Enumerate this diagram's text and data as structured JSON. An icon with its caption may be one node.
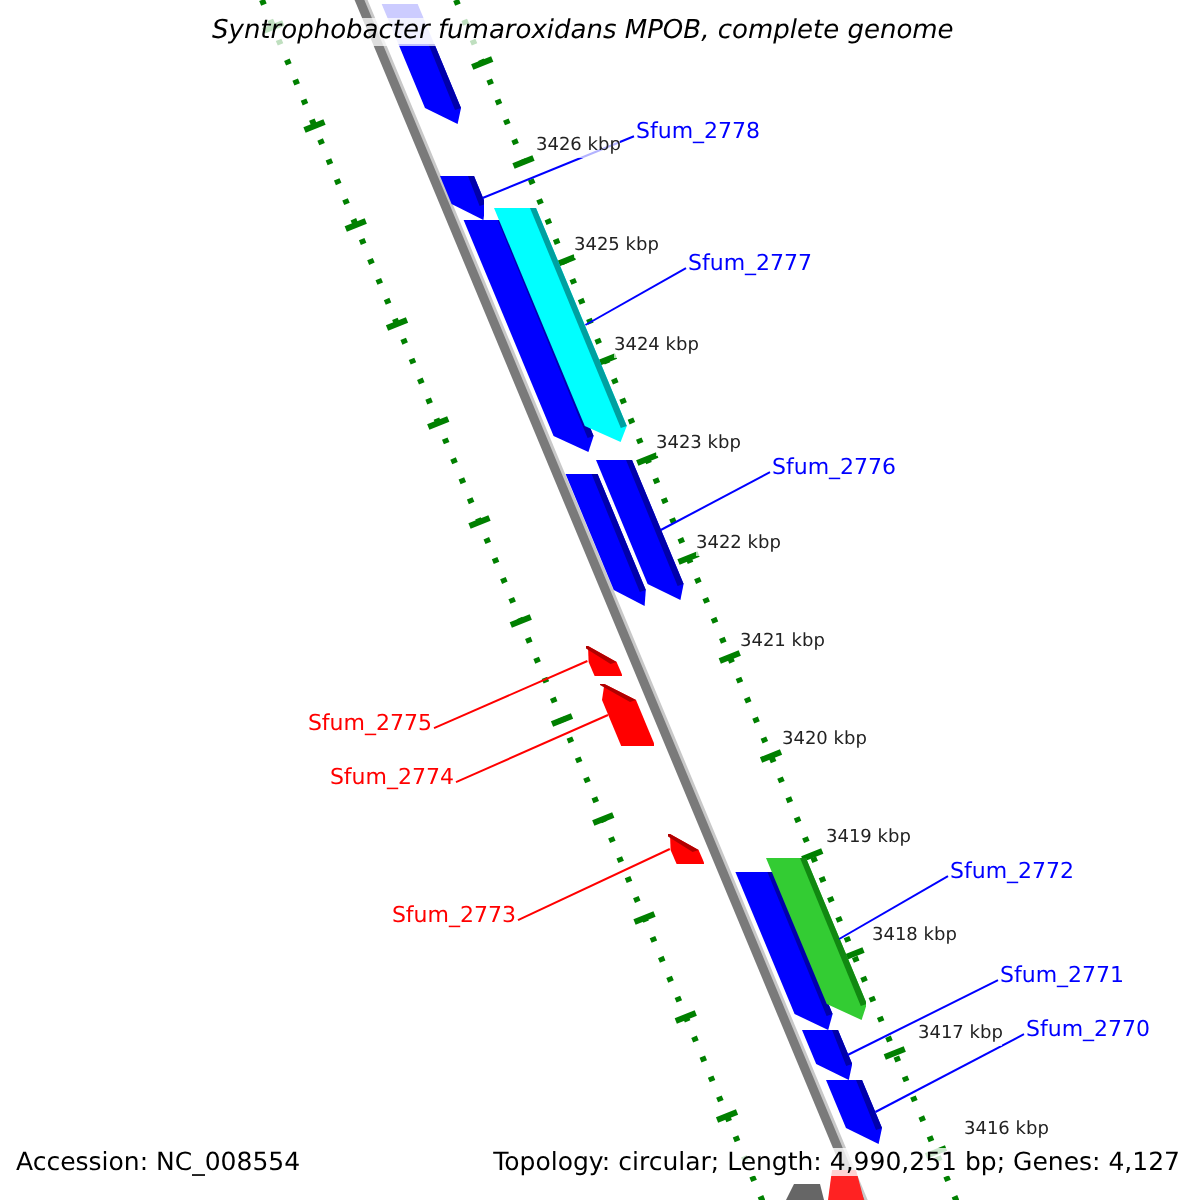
{
  "diagram": {
    "title": "Syntrophobacter fumaroxidans MPOB, complete genome",
    "nodes": [
      {
        "text": [
          "Sfum_2778"
        ]
      },
      {
        "text": [
          "Sfum_2777"
        ]
      },
      {
        "text": [
          "Sfum_2776"
        ]
      },
      {
        "text": [
          "Sfum_2775"
        ]
      },
      {
        "text": [
          "Sfum_2774"
        ]
      },
      {
        "text": [
          "Sfum_2772"
        ]
      },
      {
        "text": [
          "Sfum_2773"
        ]
      },
      {
        "text": [
          "Sfum_2771"
        ]
      },
      {
        "text": [
          "Sfum_2770"
        ]
      },
      {
        "text": [],
        "shape": "bar"
      },
      {
        "text": [],
        "shape": "bar"
      },
      {
        "text": [],
        "shape": "bar"
      },
      {
        "text": [],
        "shape": "bar"
      },
      {
        "text": [],
        "shape": "bar"
      },
      {
        "text": [],
        "shape": "bar"
      },
      {
        "text": [],
        "shape": "bar"
      },
      {
        "text": [],
        "shape": "bar"
      },
      {
        "text": [],
        "shape": "bar"
      }
    ],
    "edges": [
      {
        "from": 0,
        "to": 9,
        "arrow": "none"
      },
      {
        "from": 1,
        "to": 10,
        "arrow": "none"
      },
      {
        "from": 2,
        "to": 11,
        "arrow": "none"
      },
      {
        "from": 3,
        "to": 12,
        "arrow": "none",
        "color": "#ff0000"
      },
      {
        "from": 4,
        "to": 13,
        "arrow": "none",
        "color": "#ff0000"
      },
      {
        "from": 5,
        "to": 15,
        "arrow": "none"
      },
      {
        "from": 6,
        "to": 14,
        "arrow": "none",
        "color": "#ff0000"
      },
      {
        "from": 7,
        "to": 16,
        "arrow": "none"
      },
      {
        "from": 8,
        "to": 17,
        "arrow": "none"
      }
    ],
    "labels": [
      "3426 kbp",
      "3425 kbp",
      "3424 kbp",
      "3423 kbp",
      "3422 kbp",
      "3421 kbp",
      "3420 kbp",
      "3419 kbp",
      "3418 kbp",
      "3417 kbp",
      "3416 kbp",
      "Accession: NC_008554",
      "Topology: circular; Length: 4,990,251 bp; Genes: 4,127"
    ]
  }
}
